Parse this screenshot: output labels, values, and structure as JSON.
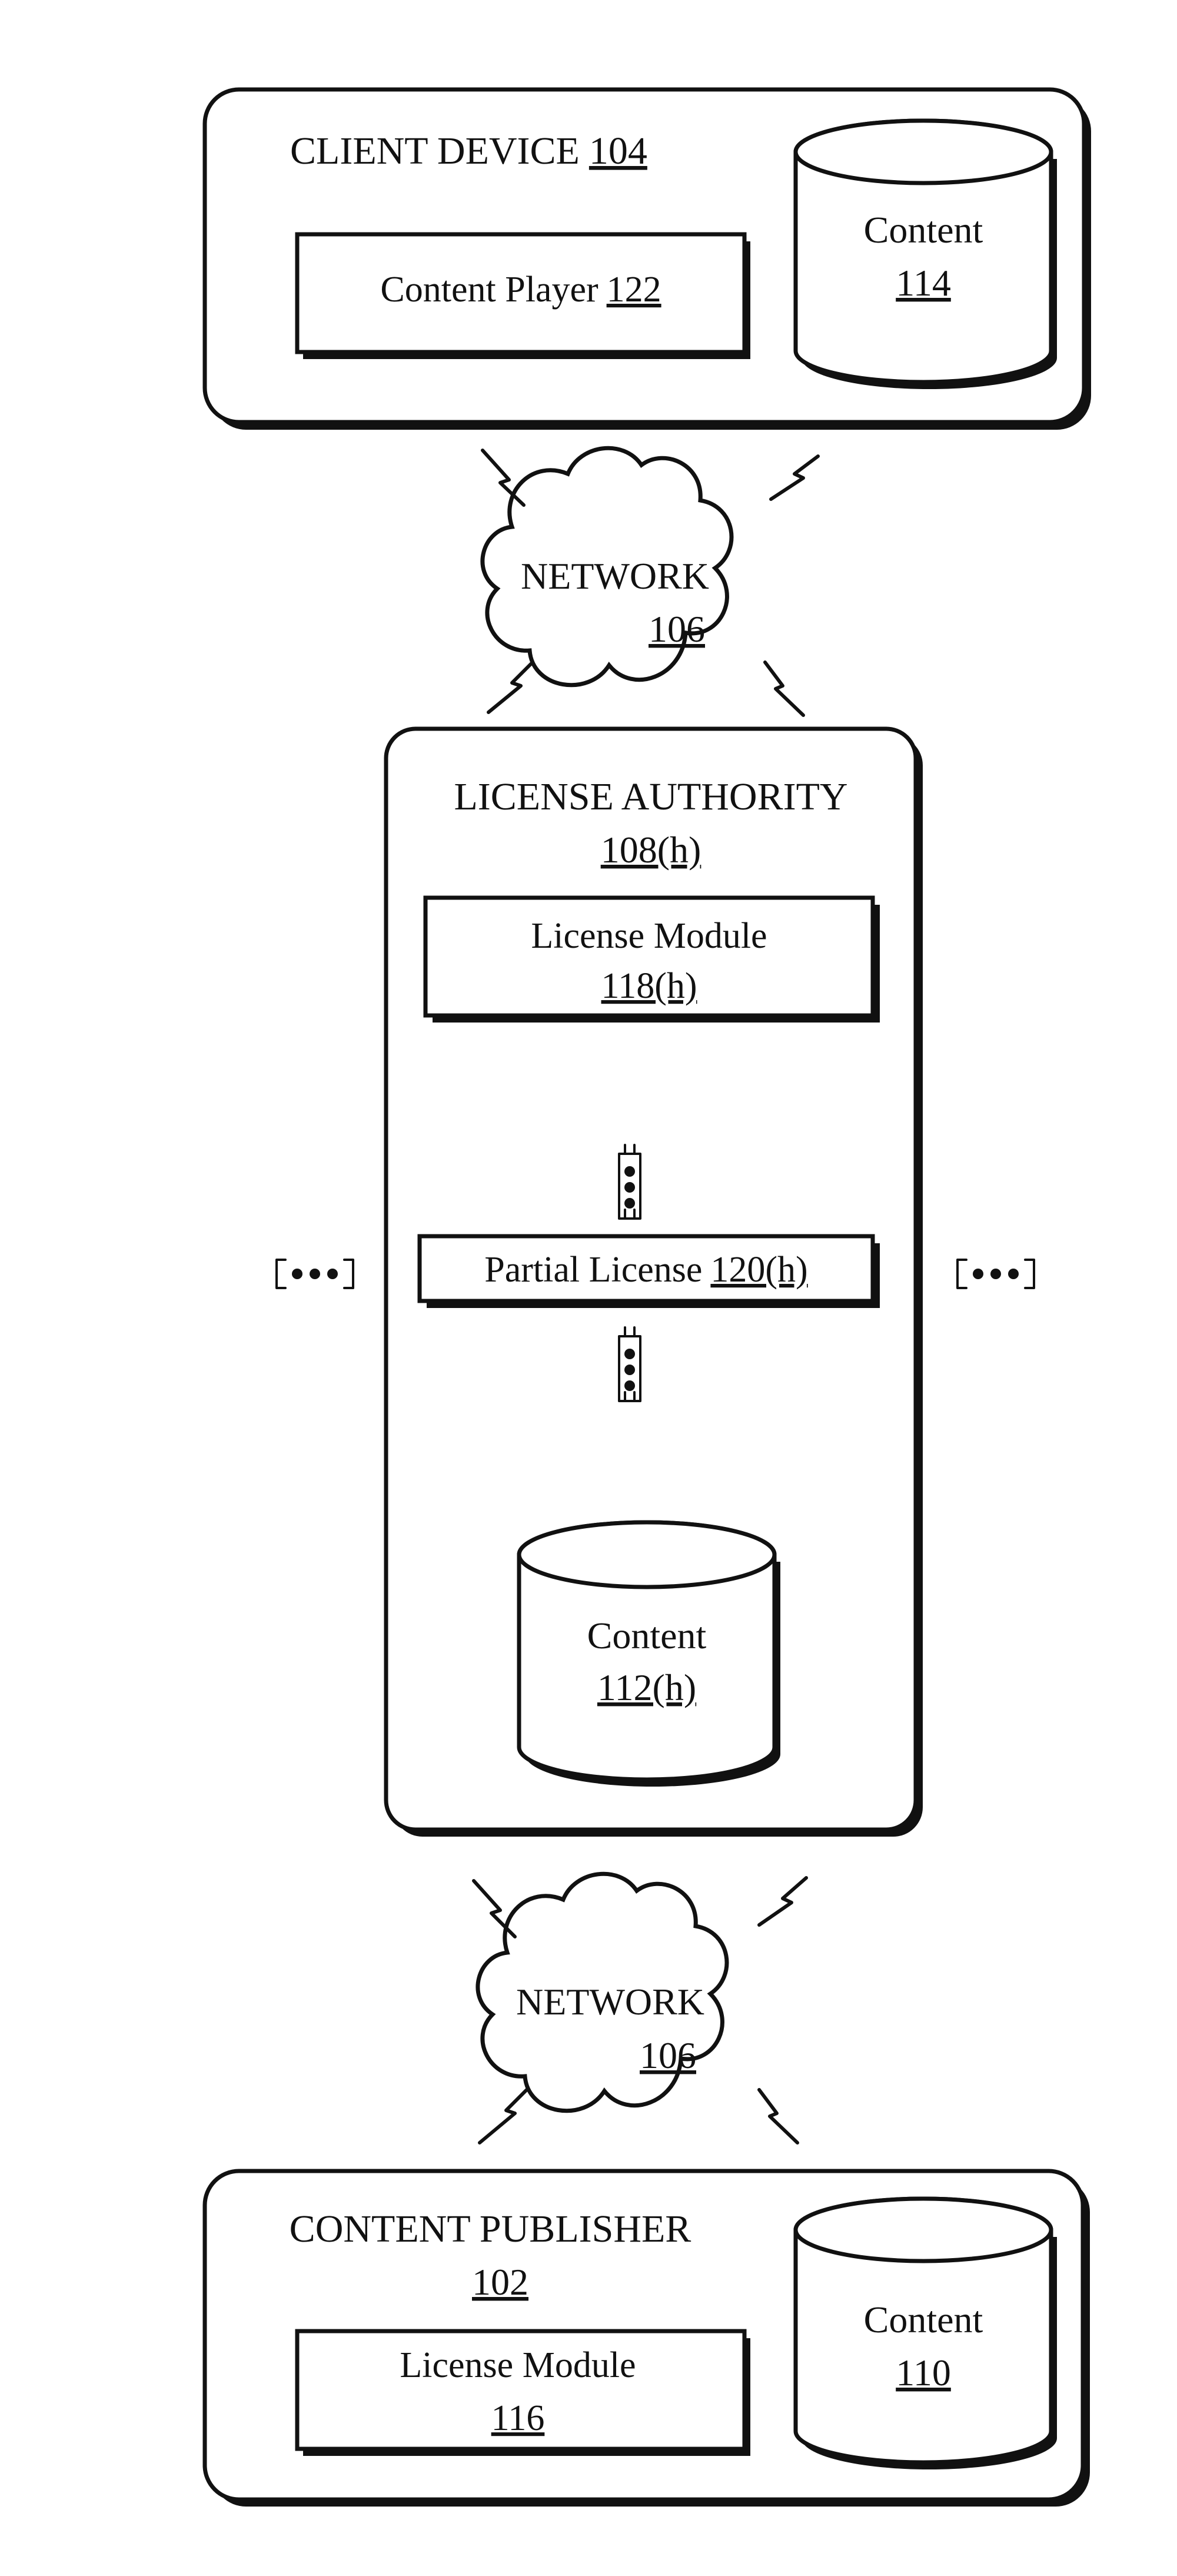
{
  "client_device": {
    "title": "CLIENT DEVICE",
    "ref": "104",
    "content_player": {
      "label": "Content Player",
      "ref": "122"
    },
    "content": {
      "label": "Content",
      "ref": "114"
    }
  },
  "network_top": {
    "label": "NETWORK",
    "ref": "106"
  },
  "license_authority": {
    "title": "LICENSE AUTHORITY",
    "ref": "108(h)",
    "license_module": {
      "label": "License Module",
      "ref": "118(h)"
    },
    "partial_license": {
      "label": "Partial License",
      "ref": "120(h)"
    },
    "content": {
      "label": "Content",
      "ref": "112(h)"
    }
  },
  "network_bottom": {
    "label": "NETWORK",
    "ref": "106"
  },
  "content_publisher": {
    "title": "CONTENT PUBLISHER",
    "ref": "102",
    "license_module": {
      "label": "License Module",
      "ref": "116"
    },
    "content": {
      "label": "Content",
      "ref": "110"
    }
  }
}
